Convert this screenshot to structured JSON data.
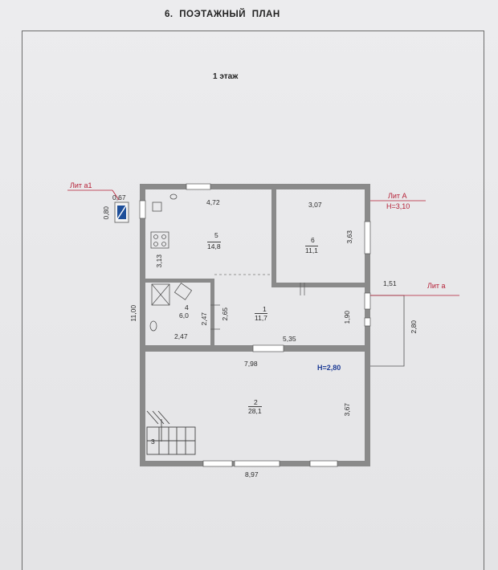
{
  "document": {
    "title": "6. ПОЭТАЖНЫЙ   ПЛАН",
    "floor_label": "1 этаж"
  },
  "litera": {
    "a1_label": "Лит а1",
    "A_label": "Лит А",
    "A_height": "Н=3,10",
    "a_label": "Лит а",
    "interior_height": "Н=2,80"
  },
  "rooms": [
    {
      "number": "1",
      "area": "11,7"
    },
    {
      "number": "2",
      "area": "28,1"
    },
    {
      "number": "3",
      "area": ""
    },
    {
      "number": "4",
      "area": "6,0"
    },
    {
      "number": "5",
      "area": "14,8"
    },
    {
      "number": "6",
      "area": "11,1"
    }
  ],
  "dimensions": {
    "a1_width": "0,67",
    "a1_depth": "0,80",
    "room5_top": "4,72",
    "room5_side": "3,13",
    "room6_top": "3,07",
    "room6_side": "3,63",
    "overall_height": "11,00",
    "room4_height": "2,47",
    "room4_width": "2,47",
    "room1_height": "2,65",
    "room1_width": "5,35",
    "room1_side": "1,90",
    "porch_width": "1,51",
    "porch_depth": "2,80",
    "room2_top": "7,98",
    "room2_side": "3,67",
    "overall_width": "8,97"
  }
}
